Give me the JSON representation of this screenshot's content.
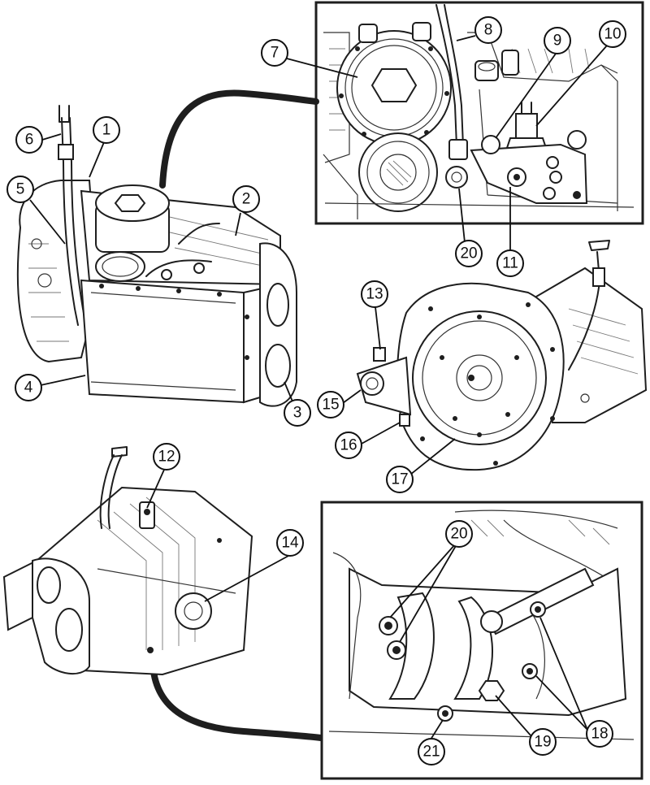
{
  "callouts": [
    {
      "id": "1",
      "label": "1"
    },
    {
      "id": "2",
      "label": "2"
    },
    {
      "id": "3",
      "label": "3"
    },
    {
      "id": "4",
      "label": "4"
    },
    {
      "id": "5",
      "label": "5"
    },
    {
      "id": "6",
      "label": "6"
    },
    {
      "id": "7",
      "label": "7"
    },
    {
      "id": "8",
      "label": "8"
    },
    {
      "id": "9",
      "label": "9"
    },
    {
      "id": "10",
      "label": "10"
    },
    {
      "id": "11",
      "label": "11"
    },
    {
      "id": "12",
      "label": "12"
    },
    {
      "id": "13",
      "label": "13"
    },
    {
      "id": "14",
      "label": "14"
    },
    {
      "id": "15",
      "label": "15"
    },
    {
      "id": "16",
      "label": "16"
    },
    {
      "id": "17",
      "label": "17"
    },
    {
      "id": "18",
      "label": "18"
    },
    {
      "id": "19",
      "label": "19"
    },
    {
      "id": "20a",
      "label": "20"
    },
    {
      "id": "20b",
      "label": "20"
    },
    {
      "id": "21",
      "label": "21"
    }
  ],
  "colors": {
    "ink": "#1e1e1e",
    "paper": "#ffffff"
  }
}
